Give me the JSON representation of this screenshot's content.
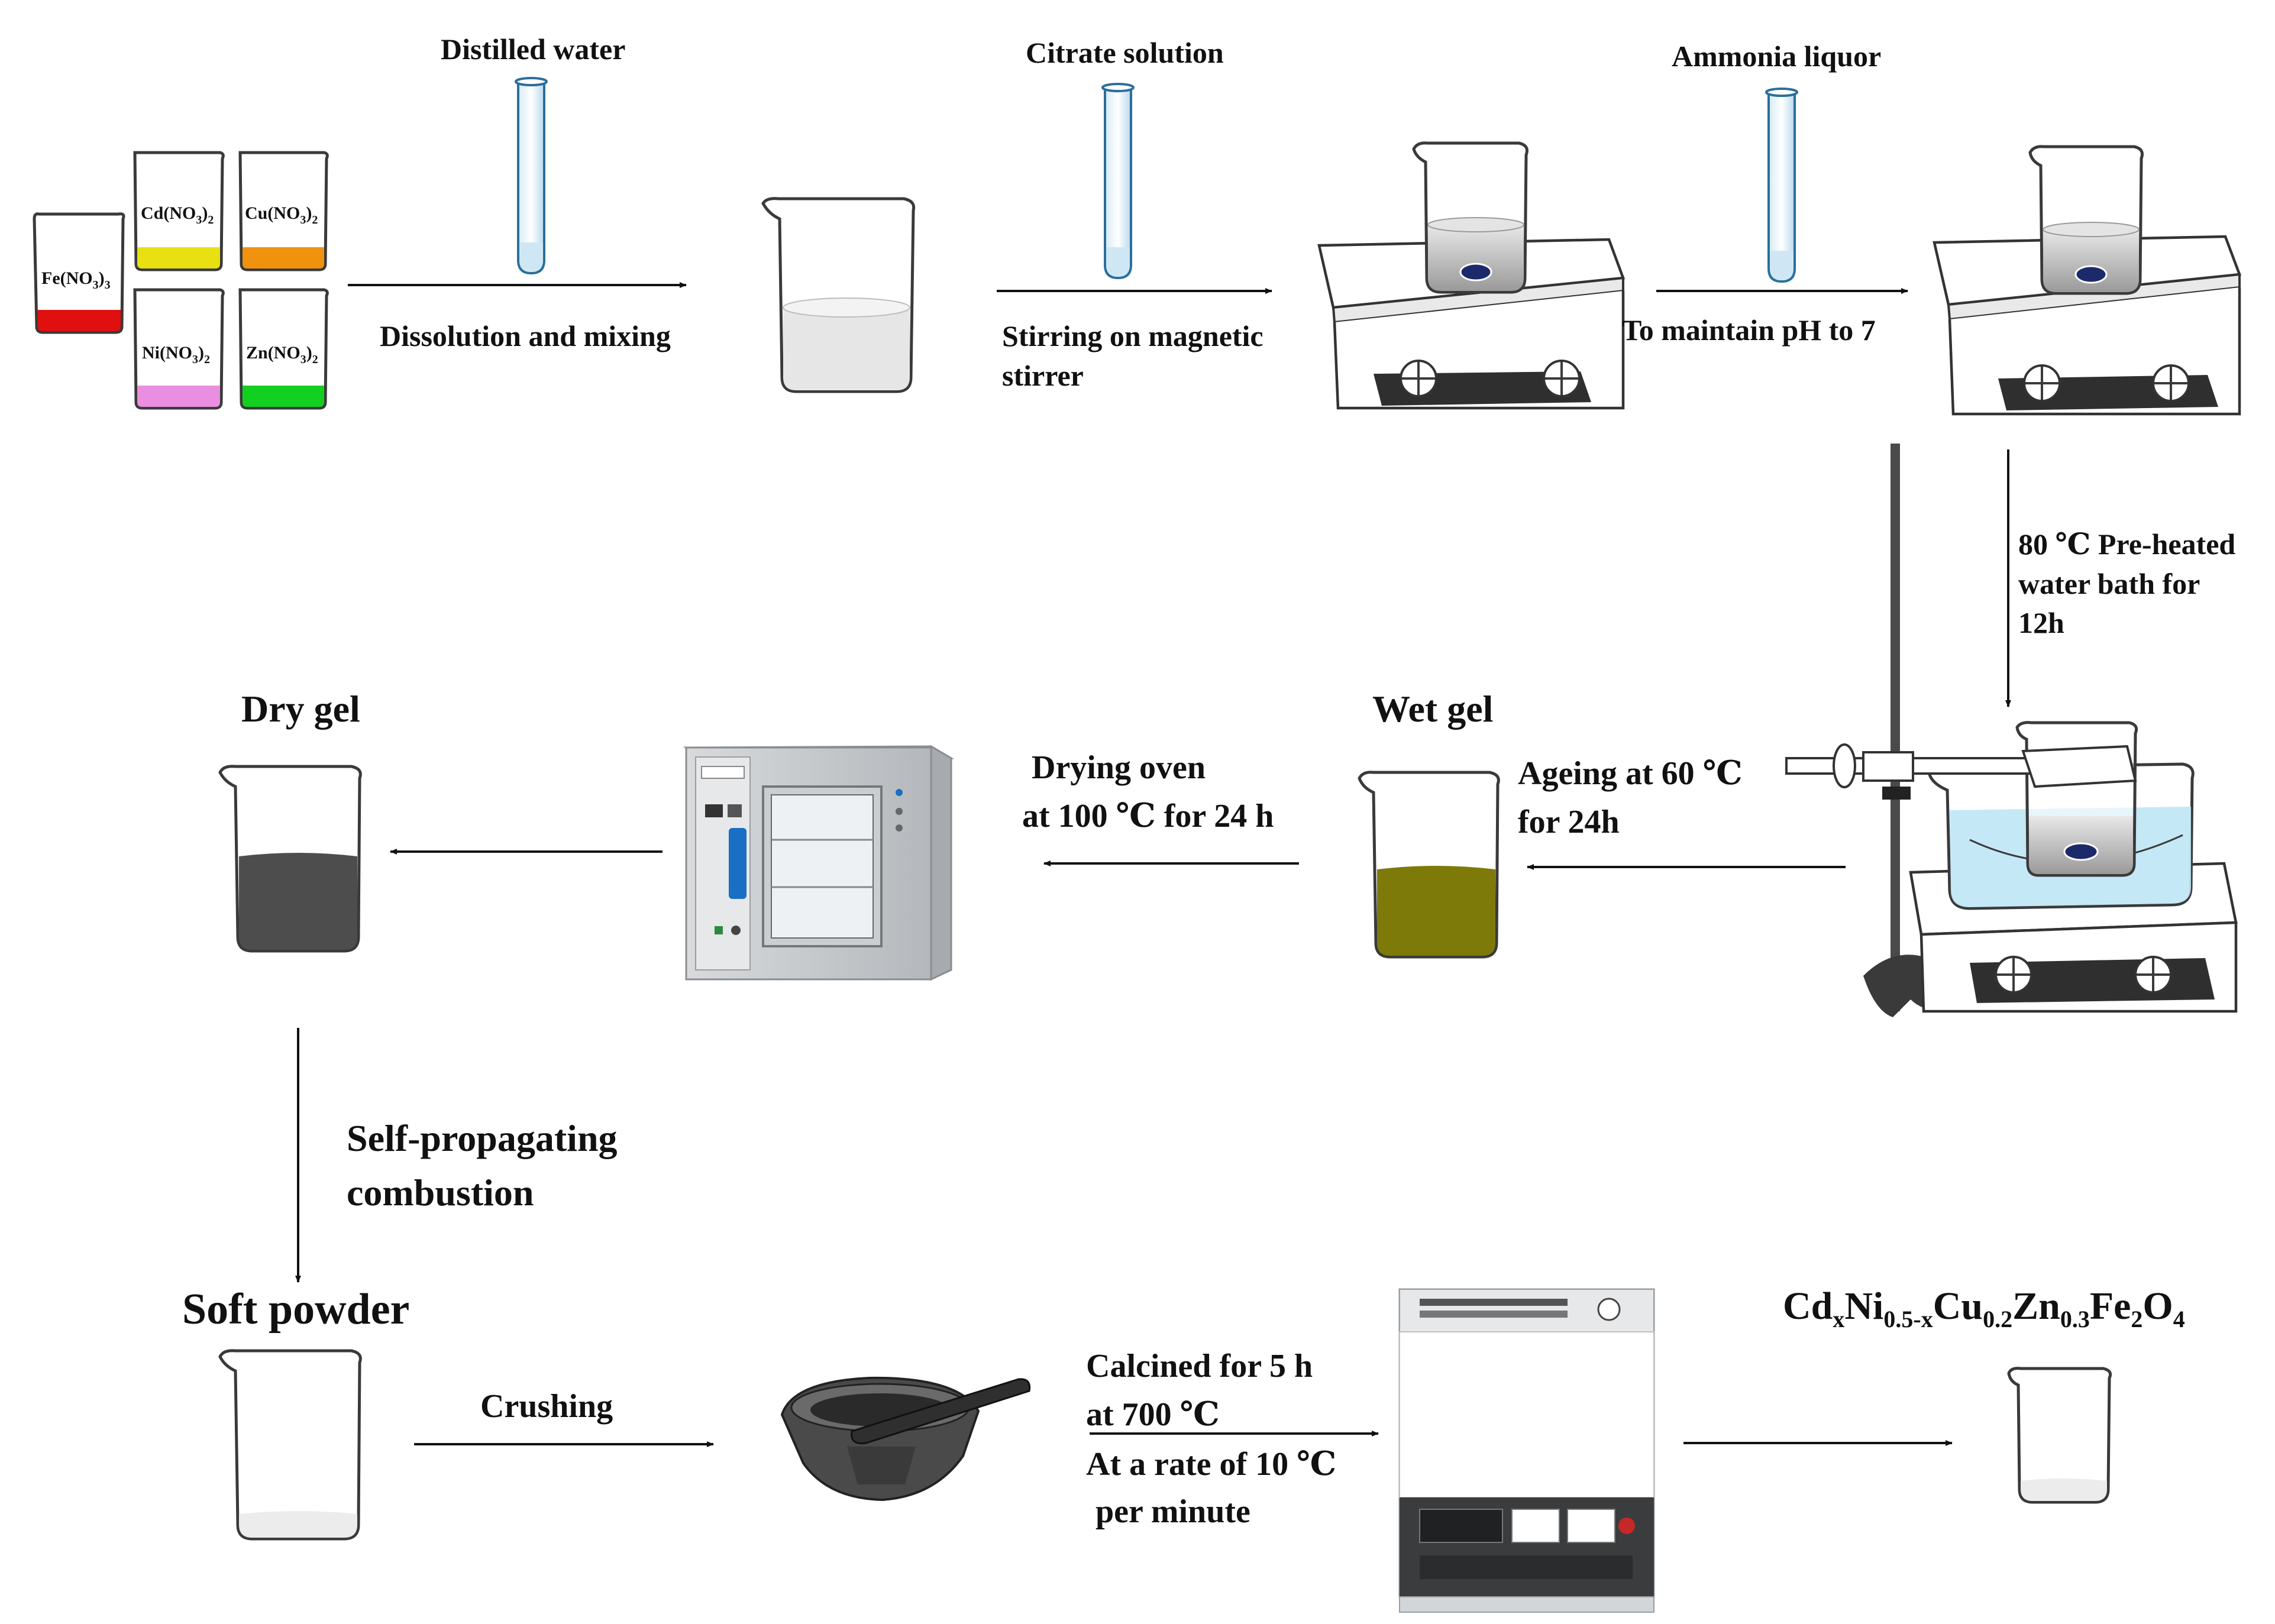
{
  "labels": {
    "distilled_water": "Distilled water",
    "dissolution": "Dissolution and mixing",
    "citrate": "Citrate solution",
    "stirring_l1": "Stirring on magnetic",
    "stirring_l2": "stirrer",
    "ammonia": "Ammonia liquor",
    "ph": "To maintain pH to 7",
    "bath_l1": "80 ℃ Pre-heated",
    "bath_l2": "water bath for",
    "bath_l3": "12h",
    "wet_gel": "Wet gel",
    "ageing_l1": "Ageing at 60 ℃",
    "ageing_l2": "for 24h",
    "drying_l1": "Drying oven",
    "drying_l2": "at 100 ℃ for 24 h",
    "dry_gel": "Dry gel",
    "combustion_l1": "Self-propagating",
    "combustion_l2": "combustion",
    "soft_powder": "Soft powder",
    "crushing": "Crushing",
    "calcined_l1": "Calcined for 5 h",
    "calcined_l2": "at 700 ℃",
    "calcined_l3": "At a rate of 10 ℃",
    "calcined_l4": "per minute"
  },
  "reagents": {
    "fe": {
      "symbol": "Fe(NO",
      "sub1": "3",
      "close": ")",
      "sub2": "3",
      "color": "#e01010"
    },
    "cd": {
      "symbol": "Cd(NO",
      "sub1": "3",
      "close": ")",
      "sub2": "2",
      "color": "#e8e010"
    },
    "cu": {
      "symbol": "Cu(NO",
      "sub1": "3",
      "close": ")",
      "sub2": "2",
      "color": "#f0920e"
    },
    "ni": {
      "symbol": "Ni(NO",
      "sub1": "3",
      "close": ")",
      "sub2": "2",
      "color": "#e98ee0"
    },
    "zn": {
      "symbol": "Zn(NO",
      "sub1": "3",
      "close": ")",
      "sub2": "2",
      "color": "#12d020"
    }
  },
  "product": {
    "p1": "Cd",
    "s1": "x",
    "p2": "Ni",
    "s2": "0.5-x",
    "p3": "Cu",
    "s3": "0.2",
    "p4": "Zn",
    "s4": "0.3",
    "p5": "Fe",
    "s5": "2",
    "p6": "O",
    "s6": "4"
  },
  "colors": {
    "wet_gel": "#7d7a0a",
    "dry_gel": "#4d4d4d",
    "water_bath": "#bfe6f5",
    "oven_panel": "#1a6fc4"
  }
}
